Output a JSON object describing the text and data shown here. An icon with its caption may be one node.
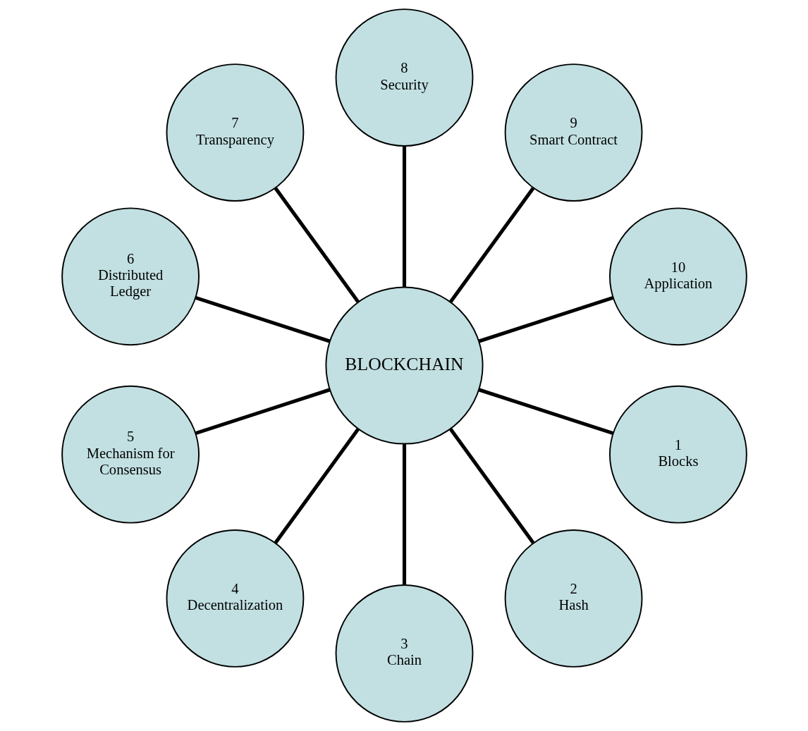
{
  "diagram": {
    "nodes": [
      {
        "text": [
          "BLOCKCHAIN"
        ]
      },
      {
        "text": [
          "1",
          "Blocks"
        ]
      },
      {
        "text": [
          "2",
          "Hash"
        ]
      },
      {
        "text": [
          "3",
          "Chain"
        ]
      },
      {
        "text": [
          "4",
          "Decentralization"
        ]
      },
      {
        "text": [
          "5",
          "Mechanism for Consensus"
        ]
      },
      {
        "text": [
          "6",
          "Distributed Ledger"
        ]
      },
      {
        "text": [
          "7",
          "Transparency"
        ]
      },
      {
        "text": [
          "8",
          "Security"
        ]
      },
      {
        "text": [
          "9",
          "Smart Contract"
        ]
      },
      {
        "text": [
          "10",
          "Application"
        ]
      }
    ],
    "edges": [
      {
        "from": 0,
        "to": 1,
        "arrow": "none"
      },
      {
        "from": 0,
        "to": 2,
        "arrow": "none"
      },
      {
        "from": 0,
        "to": 3,
        "arrow": "none"
      },
      {
        "from": 0,
        "to": 4,
        "arrow": "none"
      },
      {
        "from": 0,
        "to": 5,
        "arrow": "none"
      },
      {
        "from": 0,
        "to": 6,
        "arrow": "none"
      },
      {
        "from": 0,
        "to": 7,
        "arrow": "none"
      },
      {
        "from": 0,
        "to": 8,
        "arrow": "none"
      },
      {
        "from": 0,
        "to": 9,
        "arrow": "none"
      },
      {
        "from": 0,
        "to": 10,
        "arrow": "none"
      }
    ]
  }
}
